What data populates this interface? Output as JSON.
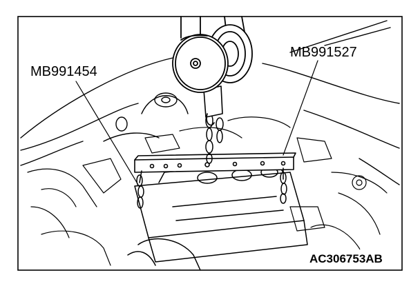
{
  "figure": {
    "callouts": {
      "left_tool": "MB991454",
      "right_tool": "MB991527"
    },
    "figure_code": "AC306753AB"
  }
}
